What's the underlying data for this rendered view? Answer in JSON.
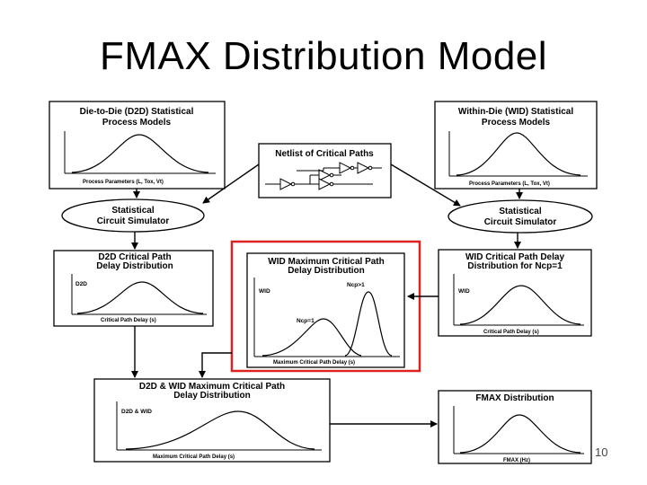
{
  "title": "FMAX Distribution Model",
  "page_number": "10",
  "colors": {
    "highlight": "#dd2222",
    "line": "#000000"
  },
  "boxes": {
    "d2d_models": {
      "title1": "Die-to-Die (D2D) Statistical",
      "title2": "Process Models",
      "xlabel": "Process Parameters (L, Tox, Vt)"
    },
    "wid_models": {
      "title1": "Within-Die (WID) Statistical",
      "title2": "Process Models",
      "xlabel": "Process Parameters (L, Tox, Vt)"
    },
    "netlist": {
      "title": "Netlist of Critical Paths"
    },
    "sim_left": {
      "line1": "Statistical",
      "line2": "Circuit Simulator"
    },
    "sim_right": {
      "line1": "Statistical",
      "line2": "Circuit Simulator"
    },
    "d2d_delay": {
      "title1": "D2D Critical Path",
      "title2": "Delay Distribution",
      "ylabel": "D2D",
      "xlabel": "Critical Path Delay (s)"
    },
    "wid_max": {
      "title1": "WID Maximum Critical Path",
      "title2": "Delay Distribution",
      "ylabel": "WID",
      "label_high": "Ncp>1",
      "label_low": "Ncp=1",
      "xlabel": "Maximum Critical Path Delay (s)"
    },
    "wid_delay": {
      "title1": "WID Critical Path Delay",
      "title2": "Distribution for Ncp=1",
      "ylabel": "WID",
      "xlabel": "Critical Path Delay (s)"
    },
    "combined": {
      "title1": "D2D & WID Maximum Critical Path",
      "title2": "Delay Distribution",
      "ylabel": "D2D & WID",
      "xlabel": "Maximum Critical Path Delay (s)"
    },
    "fmax": {
      "title": "FMAX Distribution",
      "xlabel": "FMAX (Hz)"
    }
  }
}
